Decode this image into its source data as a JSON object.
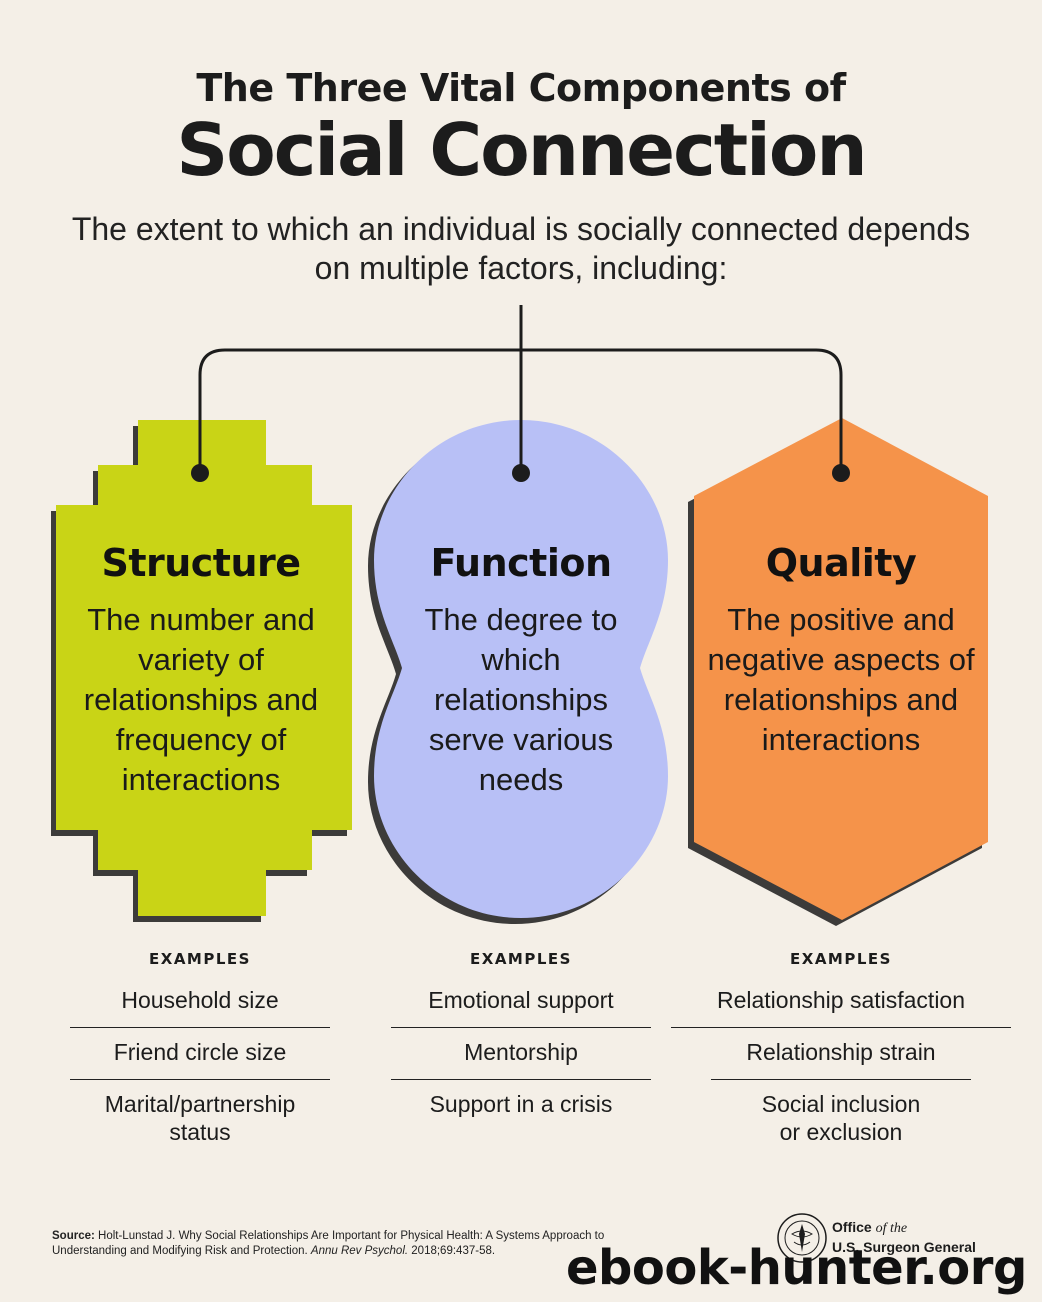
{
  "header": {
    "subtitle": "The Three Vital Components of",
    "title": "Social Connection",
    "intro": "The extent to which an individual is socially connected depends on multiple factors, including:"
  },
  "colors": {
    "background": "#f4efe7",
    "structure": "#c9d416",
    "function": "#b8c0f6",
    "quality": "#f5934a",
    "ink": "#1c1c1c"
  },
  "components": [
    {
      "title": "Structure",
      "description": "The number and variety of relationships and frequency of interactions",
      "examples_header": "EXAMPLES",
      "examples": [
        "Household size",
        "Friend circle size",
        "Marital/partnership status"
      ]
    },
    {
      "title": "Function",
      "description": "The degree to which relationships serve various needs",
      "examples_header": "EXAMPLES",
      "examples": [
        "Emotional support",
        "Mentorship",
        "Support in a crisis"
      ]
    },
    {
      "title": "Quality",
      "description": "The positive and negative aspects of relationships and interactions",
      "examples_header": "EXAMPLES",
      "examples": [
        "Relationship satisfaction",
        "Relationship strain",
        "Social inclusion or exclusion"
      ]
    }
  ],
  "footer": {
    "source_label": "Source:",
    "source_text": "Holt-Lunstad J. Why Social Relationships Are Important for Physical Health: A Systems Approach to Understanding and Modifying Risk and Protection.",
    "source_journal": "Annu Rev Psychol.",
    "source_ref": "2018;69:437-58.",
    "office_line1": "Office",
    "office_of": "of the",
    "office_line2": "U.S. Surgeon General",
    "seal_icon": "surgeon-general-seal-icon",
    "watermark": "ebook-hunter.org"
  }
}
